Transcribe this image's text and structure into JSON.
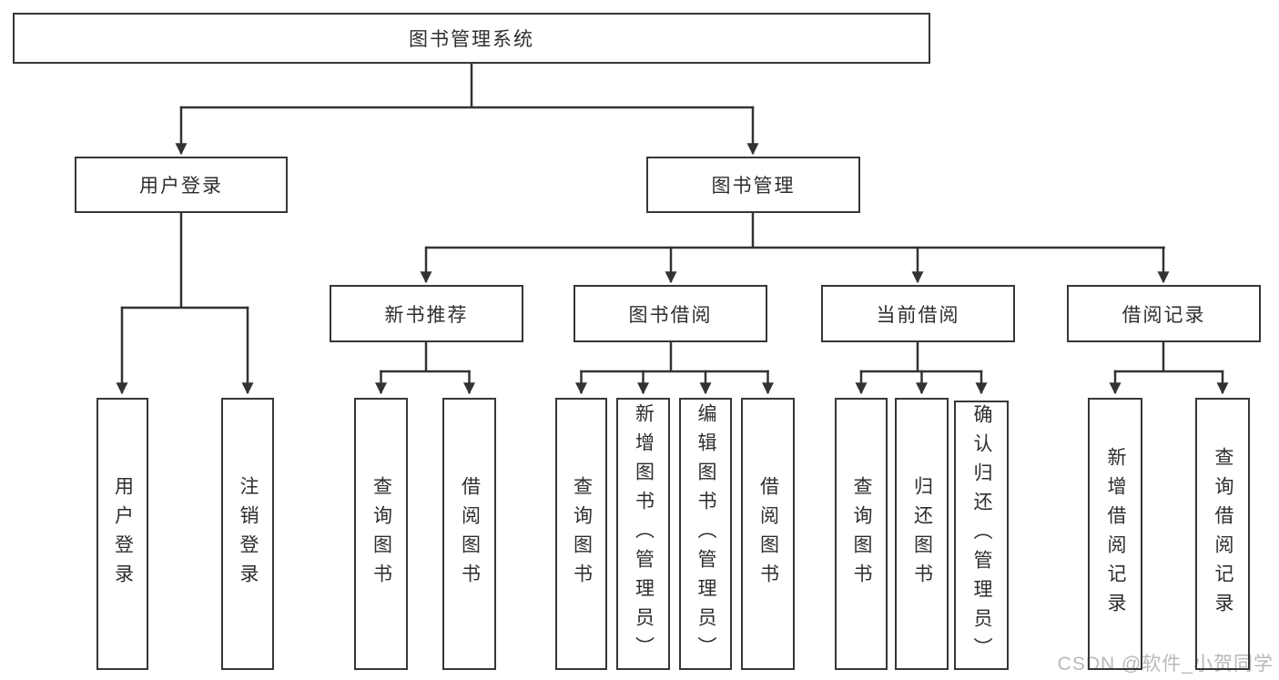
{
  "diagram": {
    "root": "图书管理系统",
    "branches": [
      {
        "label": "用户登录",
        "children": [
          "用户登录",
          "注销登录"
        ]
      },
      {
        "label": "图书管理",
        "children": [
          {
            "label": "新书推荐",
            "children": [
              "查询图书",
              "借阅图书"
            ]
          },
          {
            "label": "图书借阅",
            "children": [
              "查询图书",
              "新增图书（管理员）",
              "编辑图书（管理员）",
              "借阅图书"
            ]
          },
          {
            "label": "当前借阅",
            "children": [
              "查询图书",
              "归还图书",
              "确认归还（管理员）"
            ]
          },
          {
            "label": "借阅记录",
            "children": [
              "新增借阅记录",
              "查询借阅记录"
            ]
          }
        ]
      }
    ]
  },
  "watermark": "CSDN @软件_小贺同学",
  "colors": {
    "line": "#333333",
    "border": "#363636",
    "text": "#2e2e2e",
    "watermark": "#b9b9b9",
    "background": "#ffffff"
  }
}
